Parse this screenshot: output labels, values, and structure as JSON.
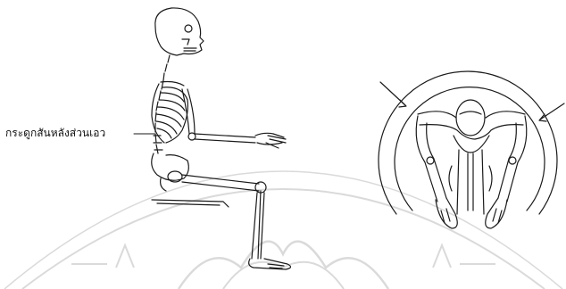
{
  "label": {
    "text": "กระดูกสันหลังส่วนเอว",
    "target": "lumbar spine"
  },
  "colors": {
    "ink": "#1a1a1a",
    "watermark": "#d9d9d9",
    "background": "#ffffff"
  },
  "figures": {
    "left": {
      "subject": "seated skeleton, side view",
      "icon": "skeleton-side-view"
    },
    "right": {
      "subject": "seated manikin, top view with reach arc",
      "icon": "manikin-top-view"
    }
  },
  "watermark": {
    "icon": "university-seal-watermark"
  }
}
